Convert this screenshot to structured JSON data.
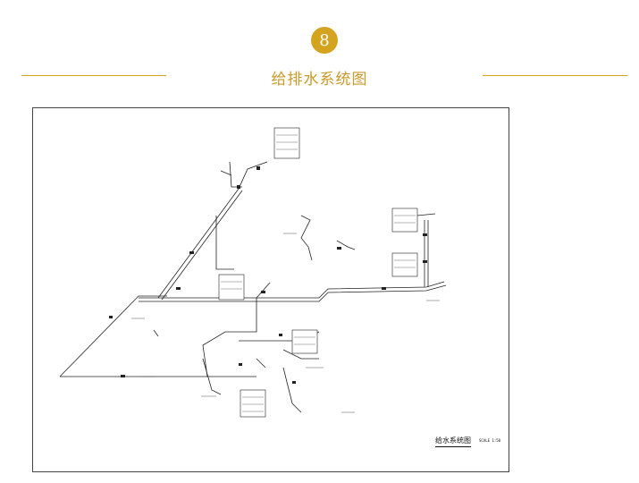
{
  "header": {
    "step_number": "8",
    "title": "给排水系统图",
    "accent_color": "#d4a421"
  },
  "drawing": {
    "caption": "给水系统图",
    "scale": "SCALE 1:50"
  }
}
